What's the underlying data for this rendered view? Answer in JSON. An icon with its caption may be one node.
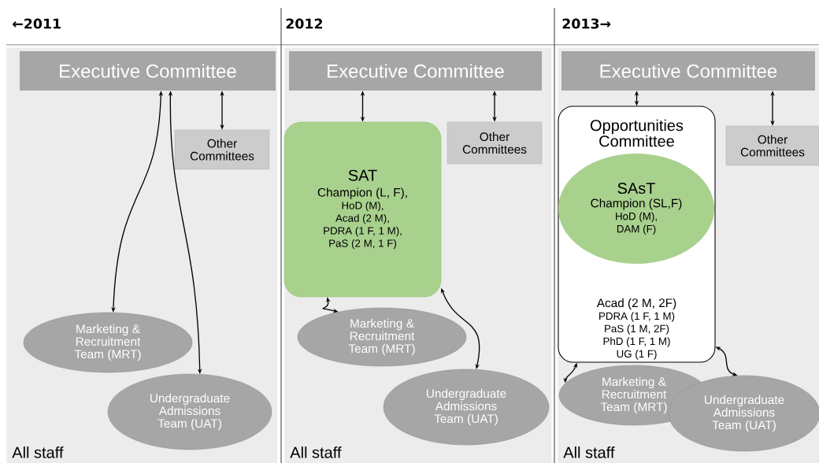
{
  "diagram": {
    "nodes": [
      {
        "text": [
          "←2011",
          "All staff"
        ]
      },
      {
        "text": [
          "Executive Committee"
        ],
        "in": 0
      },
      {
        "text": [
          "Other Committees"
        ],
        "in": 0
      },
      {
        "text": [
          "Marketing & Recruitment Team (MRT)"
        ],
        "in": 0
      },
      {
        "text": [
          "Undergraduate Admissions Team (UAT)"
        ],
        "in": 0
      },
      {
        "text": [
          "2012",
          "All staff"
        ]
      },
      {
        "text": [
          "Executive Committee"
        ],
        "in": 5
      },
      {
        "text": [
          "Other Committees"
        ],
        "in": 5
      },
      {
        "text": [
          "SAT",
          "Champion (L, F),",
          "HoD (M),",
          "Acad (2 M),",
          "PDRA (1 F, 1 M),",
          "PaS (2 M, 1 F)"
        ],
        "in": 5
      },
      {
        "text": [
          "Marketing & Recruitment Team (MRT)"
        ],
        "in": 5
      },
      {
        "text": [
          "Undergraduate Admissions Team (UAT)"
        ],
        "in": 5
      },
      {
        "text": [
          "2013→",
          "All staff"
        ]
      },
      {
        "text": [
          "Executive Committee"
        ],
        "in": 11
      },
      {
        "text": [
          "Other Committees"
        ],
        "in": 11
      },
      {
        "text": [
          "Opportunities Committee",
          "Acad (2 M, 2F)",
          "PDRA (1 F, 1 M)",
          "PaS (1 M, 2F)",
          "PhD (1 F, 1 M)",
          "UG (1 F)"
        ],
        "in": 11
      },
      {
        "text": [
          "SAsT",
          "Champion (SL,F)",
          "HoD (M),",
          "DAM (F)"
        ],
        "in": 14
      },
      {
        "text": [
          "Marketing & Recruitment Team (MRT)"
        ],
        "in": 11
      },
      {
        "text": [
          "Undergraduate Admissions Team (UAT)"
        ],
        "in": 11
      }
    ],
    "edges": [
      {
        "from": 1,
        "to": 2,
        "arrow": "both"
      },
      {
        "from": 1,
        "to": 3,
        "arrow": "both"
      },
      {
        "from": 1,
        "to": 4,
        "arrow": "both"
      },
      {
        "from": 6,
        "to": 8,
        "arrow": "both"
      },
      {
        "from": 6,
        "to": 7,
        "arrow": "both"
      },
      {
        "from": 8,
        "to": 9,
        "arrow": "both"
      },
      {
        "from": 8,
        "to": 10,
        "arrow": "both"
      },
      {
        "from": 12,
        "to": 14,
        "arrow": "both"
      },
      {
        "from": 12,
        "to": 13,
        "arrow": "both"
      },
      {
        "from": 14,
        "to": 16,
        "arrow": "both"
      },
      {
        "from": 14,
        "to": 17,
        "arrow": "both"
      }
    ]
  }
}
